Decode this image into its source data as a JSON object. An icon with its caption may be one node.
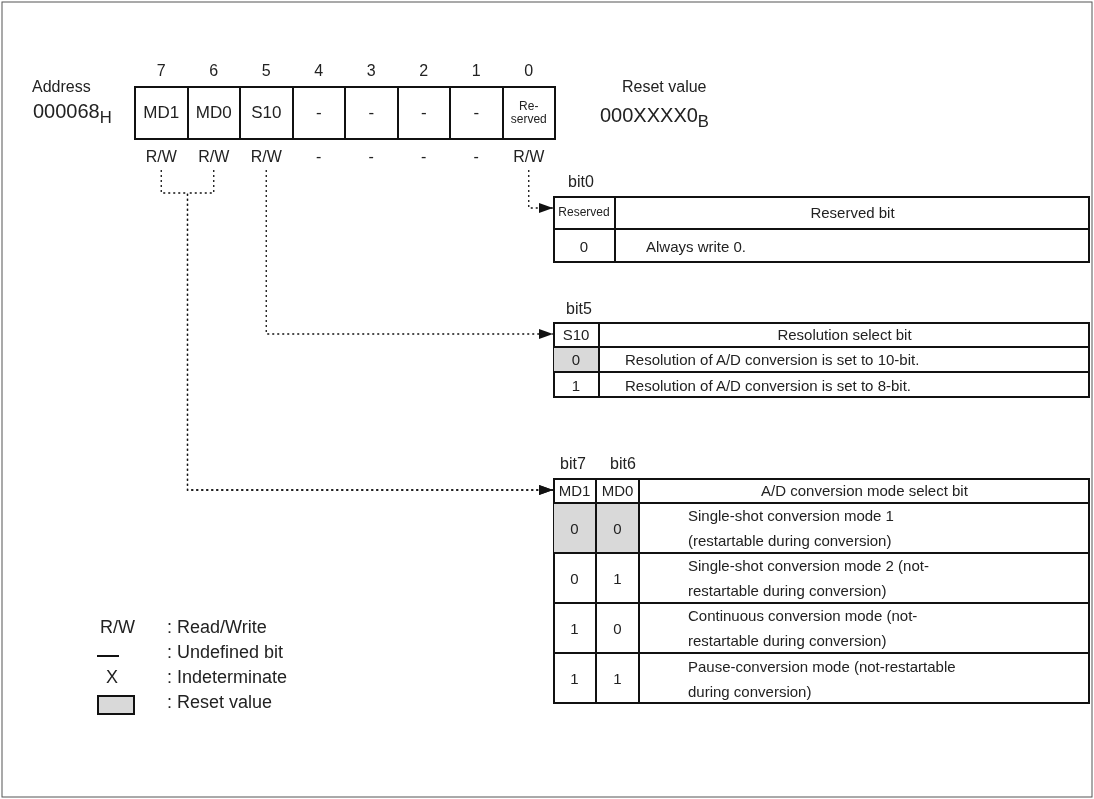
{
  "diagram": {
    "nodes": [
      {
        "text": [
          "MD1"
        ],
        "beside": [
          "7",
          "R/W"
        ]
      },
      {
        "text": [
          "MD0"
        ],
        "beside": [
          "6",
          "R/W"
        ]
      },
      {
        "text": [
          "S10"
        ],
        "beside": [
          "5",
          "R/W"
        ]
      },
      {
        "text": [
          "-"
        ],
        "beside": [
          "4",
          "-"
        ]
      },
      {
        "text": [
          "-"
        ],
        "beside": [
          "3",
          "-"
        ]
      },
      {
        "text": [
          "-"
        ],
        "beside": [
          "2",
          "-"
        ]
      },
      {
        "text": [
          "-"
        ],
        "beside": [
          "1",
          "-"
        ]
      },
      {
        "text": [
          "Re- served"
        ],
        "beside": [
          "0",
          "R/W"
        ]
      },
      {
        "text": [
          "Reserved",
          "Reserved bit",
          "0",
          "Always write 0."
        ],
        "beside": [
          "bit0"
        ]
      },
      {
        "text": [
          "S10",
          "Resolution select bit",
          "0",
          "Resolution of A/D conversion is set to 10-bit.",
          "1",
          "Resolution of A/D conversion is set to 8-bit."
        ],
        "beside": [
          "bit5"
        ]
      },
      {
        "text": [
          "MD1",
          "MD0",
          "A/D conversion mode select bit",
          "0",
          "0",
          "Single-shot conversion mode 1 (restartable during conversion)",
          "0",
          "1",
          "Single-shot conversion mode 2 (not-restartable during conversion)",
          "1",
          "0",
          "Continuous conversion mode (not-restartable during conversion)",
          "1",
          "1",
          "Pause-conversion mode (not-restartable during conversion)"
        ],
        "beside": [
          "bit7",
          "bit6"
        ]
      }
    ],
    "edges": [
      {
        "from": 7,
        "to": 8,
        "arrow": "to",
        "style": "dashed"
      },
      {
        "from": 2,
        "to": 9,
        "arrow": "to",
        "style": "dashed"
      },
      {
        "from": 0,
        "to": 10,
        "arrow": "to",
        "style": "dashed"
      },
      {
        "from": 1,
        "to": 10,
        "arrow": "to",
        "style": "dashed"
      }
    ],
    "labels": [
      "Address",
      "000068$_{H}$",
      "Reset value",
      "000XXXX0$_{B}$",
      "R/W",
      "X"
    ],
    "legend": [
      {
        "text": ": Read/Write"
      },
      {
        "text": ": Undefined bit"
      },
      {
        "text": ": Indeterminate"
      },
      {
        "text": ": Reset value",
        "color": "#d9d9d9"
      }
    ]
  }
}
